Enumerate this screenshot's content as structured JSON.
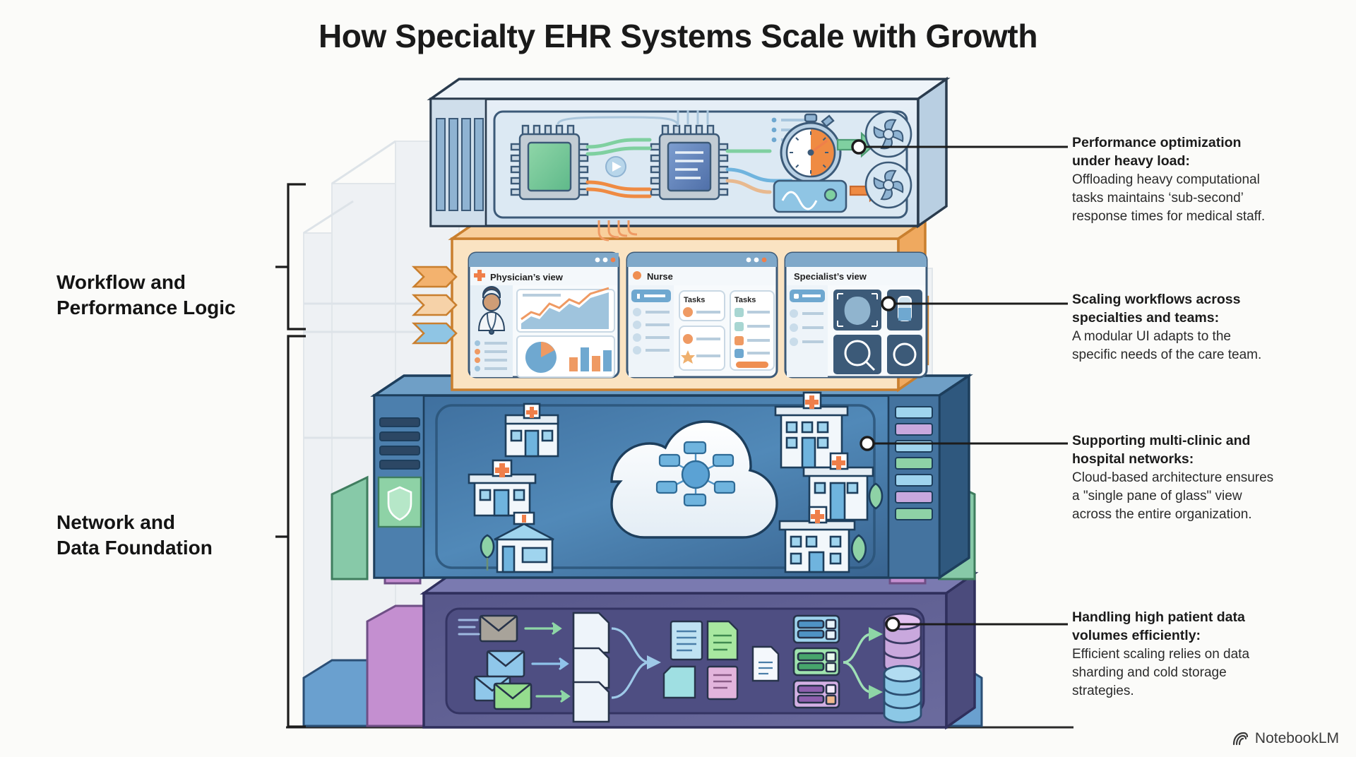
{
  "page": {
    "title": "How Specialty EHR Systems Scale with Growth",
    "background_color": "#fbfbf9",
    "watermark": "NotebookLM"
  },
  "group_labels": [
    {
      "id": "workflow-performance",
      "line1": "Workflow and",
      "line2": "Performance Logic"
    },
    {
      "id": "network-data",
      "line1": "Network and",
      "line2": "Data Foundation"
    }
  ],
  "annotations": [
    {
      "id": "performance-optimization",
      "heading_line1": "Performance optimization",
      "heading_line2": "under heavy load:",
      "body_line1": "Offloading heavy computational",
      "body_line2": "tasks maintains ‘sub-second’",
      "body_line3": "response times for medical staff."
    },
    {
      "id": "scaling-workflows",
      "heading_line1": "Scaling workflows across",
      "heading_line2": "specialties and teams:",
      "body_line1": "A modular UI adapts to the",
      "body_line2": "specific needs of the care team.",
      "body_line3": ""
    },
    {
      "id": "multi-clinic-networks",
      "heading_line1": "Supporting multi-clinic and",
      "heading_line2": "hospital networks:",
      "body_line1": "Cloud-based architecture ensures",
      "body_line2": "a \"single pane of glass\" view",
      "body_line3": "across the entire organization."
    },
    {
      "id": "high-patient-data-volumes",
      "heading_line1": "Handling high patient data",
      "heading_line2": "volumes efficiently:",
      "body_line1": "Efficient scaling relies on data",
      "body_line2": "sharding and cold storage",
      "body_line3": "strategies."
    }
  ],
  "stack_layers": [
    {
      "id": "compute-layer",
      "name": "Compute / server hardware layer",
      "fill": "#dbe7f2",
      "edge": "#2a3b4d",
      "elements": [
        "cpu-chip-green",
        "cpu-chip-blue",
        "circuit-traces",
        "stopwatch-icon",
        "fan-icon",
        "waveform-panel",
        "arrow-green",
        "arrow-orange"
      ]
    },
    {
      "id": "workflow-layer",
      "name": "Workflow / UI layer",
      "fill": "#fbe6c8",
      "edge": "#c97f2e",
      "panels": [
        {
          "id": "physician-panel",
          "label": "Physician’s view"
        },
        {
          "id": "nurse-panel",
          "label": "Nurse",
          "cards": [
            "Tasks",
            "Tasks"
          ]
        },
        {
          "id": "specialist-panel",
          "label": "Specialist’s view"
        }
      ]
    },
    {
      "id": "network-layer",
      "name": "Network / cloud layer",
      "fill": "#3e6f9e",
      "edge": "#1e3a55",
      "elements": [
        "cloud-network-icon",
        "hospital-building-icon",
        "clinic-building-icon",
        "pharmacy-building-icon",
        "server-rack-icon",
        "shield-icon",
        "tree-icon"
      ]
    },
    {
      "id": "data-layer",
      "name": "Data / storage layer",
      "fill": "#5a5a8c",
      "edge": "#353561",
      "elements": [
        "envelope-icon",
        "document-icon",
        "document-grid",
        "record-row-icon",
        "database-cylinder-purple",
        "database-cylinder-blue",
        "flow-arrow"
      ]
    }
  ],
  "colors": {
    "accent_orange": "#e8833a",
    "accent_green": "#6bbf8a",
    "accent_blue": "#4f8fc0",
    "accent_purple": "#b98cc9",
    "text_dark": "#1a1a1a",
    "line_dark": "#1c1c1c"
  }
}
